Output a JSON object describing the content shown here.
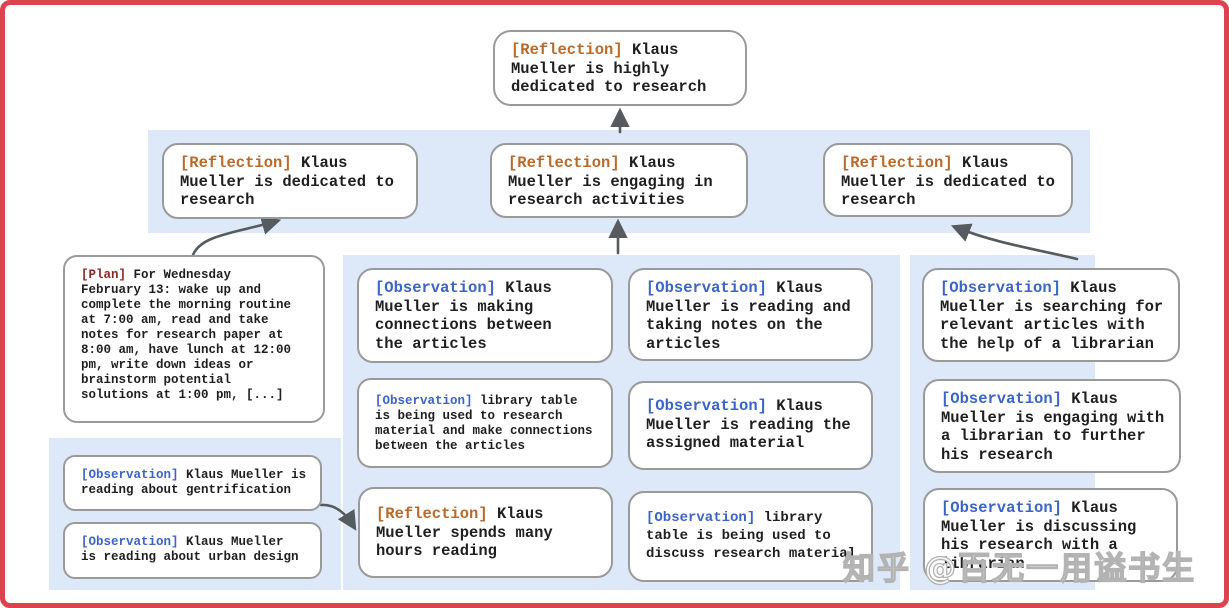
{
  "colors": {
    "frame_border": "#dc434e",
    "band_background": "#dde9f8",
    "box_border": "#9a9a9a",
    "reflection_tag": "#b96a2b",
    "observation_tag": "#3b64c8",
    "plan_tag": "#8b2923",
    "body_text": "#1f1f1f",
    "arrow": "#565b60"
  },
  "nodes": {
    "top": {
      "tag": "[Reflection]",
      "text": "Klaus\nMueller is highly\ndedicated to research"
    },
    "reflections": [
      {
        "tag": "[Reflection]",
        "text": "Klaus\nMueller is dedicated to\nresearch"
      },
      {
        "tag": "[Reflection]",
        "text": "Klaus\nMueller is engaging in\nresearch activities"
      },
      {
        "tag": "[Reflection]",
        "text": "Klaus\nMueller is dedicated to\nresearch"
      }
    ],
    "plan": {
      "tag": "[Plan]",
      "text": "For Wednesday\nFebruary 13: wake up and\ncomplete the morning routine\nat 7:00 am, read and take\nnotes for research paper at\n8:00 am, have lunch at 12:00\npm, write down ideas or\nbrainstorm potential\nsolutions at 1:00 pm, [...]"
    },
    "left": [
      {
        "tag": "[Observation]",
        "text": "Klaus Mueller is\nreading about gentrification"
      },
      {
        "tag": "[Observation]",
        "text": "Klaus Mueller\nis reading about urban design"
      }
    ],
    "middle_col1": [
      {
        "tag": "[Observation]",
        "text": "Klaus\nMueller is making\nconnections between\nthe articles"
      },
      {
        "tag": "[Observation]",
        "text": "library table\nis being used to research\nmaterial and make connections\nbetween the articles"
      },
      {
        "tag": "[Reflection]",
        "text": "Klaus\nMueller spends many\nhours reading"
      }
    ],
    "middle_col2": [
      {
        "tag": "[Observation]",
        "text": "Klaus\nMueller is reading and\ntaking notes on the\narticles"
      },
      {
        "tag": "[Observation]",
        "text": "Klaus\nMueller is reading the\nassigned material"
      },
      {
        "tag": "[Observation]",
        "text": "library\ntable is being used to\ndiscuss research material"
      }
    ],
    "right": [
      {
        "tag": "[Observation]",
        "text": "Klaus\nMueller is searching for\nrelevant articles with\nthe help of a librarian"
      },
      {
        "tag": "[Observation]",
        "text": "Klaus\nMueller is engaging with\na librarian to further\nhis research"
      },
      {
        "tag": "[Observation]",
        "text": "Klaus\nMueller is discussing\nhis research with a\nlibrarian"
      }
    ]
  },
  "watermark": {
    "text": "知乎 @百无一用谥书生"
  }
}
